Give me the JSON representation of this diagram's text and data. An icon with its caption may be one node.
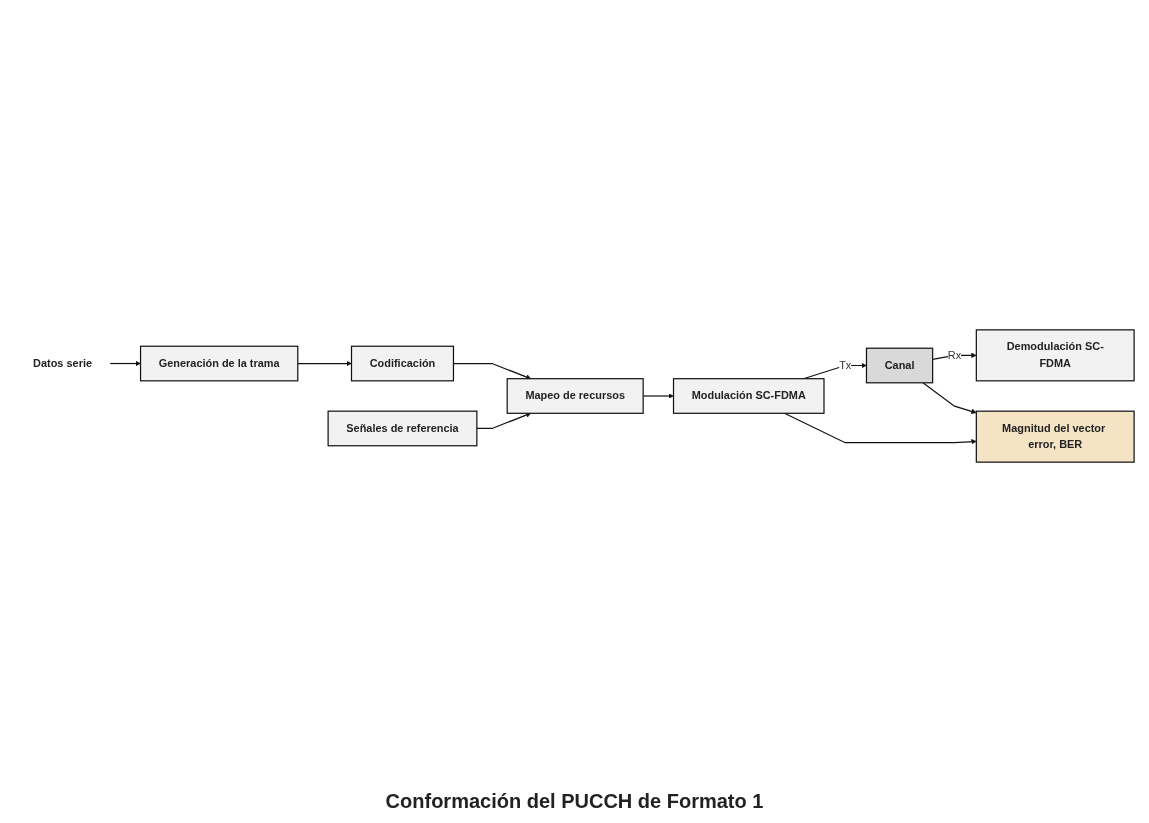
{
  "diagram": {
    "nodes": [
      {
        "text": [
          "Datos serie"
        ]
      },
      {
        "text": [
          "Generación de la trama"
        ]
      },
      {
        "text": [
          "Codificación"
        ]
      },
      {
        "text": [
          "Señales de referencia"
        ]
      },
      {
        "text": [
          "Mapeo de recursos"
        ]
      },
      {
        "text": [
          "Modulación SC-FDMA"
        ]
      },
      {
        "text": [
          "Magnitud del vector error, BER"
        ]
      },
      {
        "text": [
          "Canal"
        ]
      },
      {
        "text": [
          "Demodulación SC-FDMA"
        ]
      }
    ],
    "edges": [
      {
        "from": 0,
        "to": 1,
        "arrow": "to"
      },
      {
        "from": 1,
        "to": 2,
        "arrow": "to"
      },
      {
        "from": 2,
        "to": 4,
        "arrow": "to"
      },
      {
        "from": 3,
        "to": 4,
        "arrow": "to"
      },
      {
        "from": 4,
        "to": 5,
        "arrow": "to"
      },
      {
        "from": 5,
        "to": 7,
        "arrow": "to",
        "label": "Tx"
      },
      {
        "from": 5,
        "to": 6,
        "arrow": "to"
      },
      {
        "from": 7,
        "to": 8,
        "arrow": "to",
        "label": "Rx"
      },
      {
        "from": 7,
        "to": 6,
        "arrow": "to"
      }
    ],
    "labels": [
      "Conformación del PUCCH de Formato 1"
    ]
  }
}
